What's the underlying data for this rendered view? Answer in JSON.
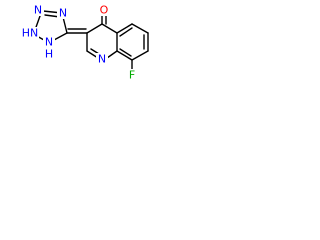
{
  "molecule": {
    "atoms": {
      "o_keto": {
        "label": "O",
        "color": "#ff0000"
      },
      "n_quinoline": {
        "label": "N",
        "color": "#0000ff"
      },
      "f_sub": {
        "label": "F",
        "color": "#00aa00"
      },
      "n_tz_top": {
        "label": "N",
        "color": "#0000ff"
      },
      "n_tz_left": {
        "label": "N",
        "color": "#0000ff"
      },
      "hn_tz": {
        "label": "HN",
        "color": "#0000ff"
      },
      "nh_tz": {
        "label": "N",
        "color": "#0000ff"
      },
      "h_tz": {
        "label": "H",
        "color": "#0000ff"
      }
    }
  }
}
